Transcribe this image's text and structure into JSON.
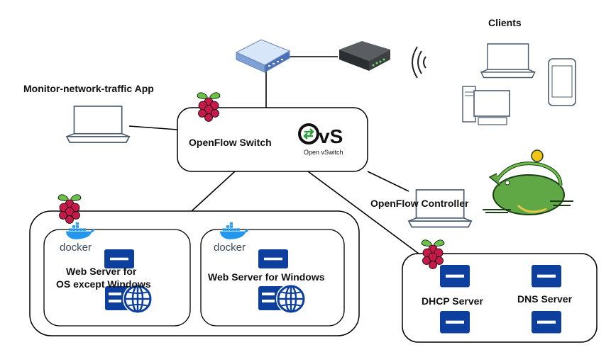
{
  "labels": {
    "clients": "Clients",
    "monitor_app": "Monitor-network-traffic App",
    "openflow_switch": "OpenFlow Switch",
    "openflow_controller": "OpenFlow Controller",
    "web_server_other": "Web Server for\nOS except Windows",
    "web_server_windows": "Web Server for Windows",
    "dhcp_server": "DHCP Server",
    "dns_server": "DNS Server"
  },
  "logos": {
    "ovs_main": "OvS",
    "ovs_sub": "Open vSwitch",
    "docker": "docker"
  },
  "colors": {
    "raspberry_red": "#c51a4a",
    "raspberry_leaf": "#6cc04a",
    "server_blue": "#0c3f9e",
    "docker_blue": "#2396ed",
    "ovs_green": "#2a9d3b"
  }
}
